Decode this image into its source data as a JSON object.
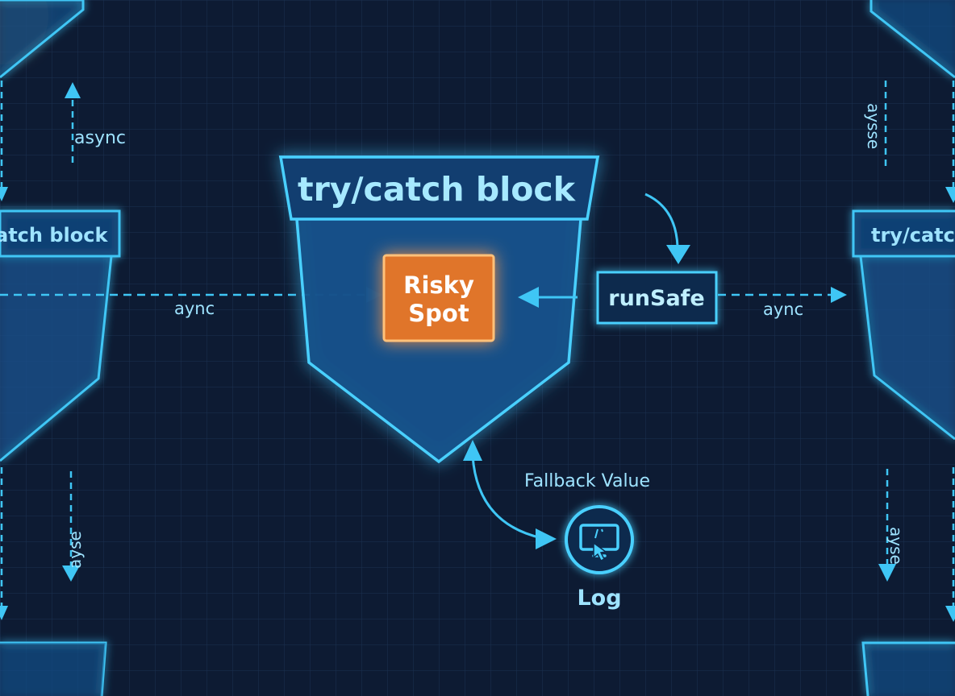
{
  "colors": {
    "background": "#0d1b33",
    "grid": "#1d3152",
    "line": "#3fc6f5",
    "shield_fill": "#15508a",
    "header_fill": "#123e70",
    "risk_fill": "#e0752c",
    "risk_border": "#ffc17a",
    "text": "#bfefff"
  },
  "main_block": {
    "title": "try/catch block"
  },
  "risky_spot": {
    "line1": "Risky",
    "line2": "Spot"
  },
  "run_safe": {
    "label": "runSafe"
  },
  "fallback": {
    "label": "Fallback Value"
  },
  "log": {
    "label": "Log",
    "icon": "monitor-cursor-icon"
  },
  "edge_labels": {
    "left_horizontal": "aync",
    "right_horizontal": "aync",
    "top_left_vertical": "async",
    "top_right_vertical": "aysse",
    "bottom_left_vertical": "ayse",
    "bottom_right_vertical": "ayse"
  },
  "side_blocks": {
    "left_title": "atch block",
    "right_title": "try/catc"
  }
}
